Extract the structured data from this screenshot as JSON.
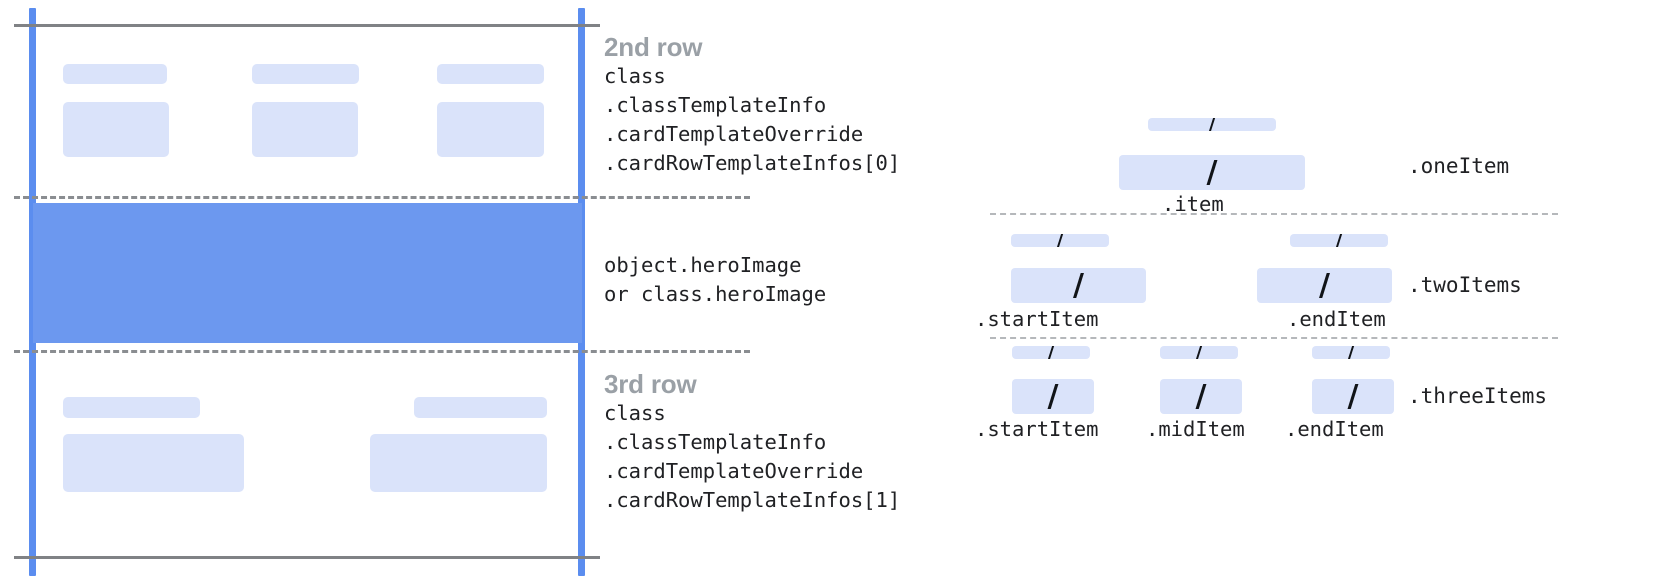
{
  "left_panel": {
    "rows": [
      {
        "key": "second-row",
        "title": "2nd row",
        "code_lines": [
          "class",
          ".classTemplateInfo",
          ".cardTemplateOverride",
          ".cardRowTemplateInfos[0]"
        ]
      },
      {
        "key": "hero-row",
        "title": "",
        "code_lines": [
          "object.heroImage",
          "or class.heroImage"
        ]
      },
      {
        "key": "third-row",
        "title": "3rd row",
        "code_lines": [
          "class",
          ".classTemplateInfo",
          ".cardTemplateOverride",
          ".cardRowTemplateInfos[1]"
        ]
      }
    ]
  },
  "right_panel": {
    "groups": [
      {
        "key": "one-item",
        "label": ".oneItem",
        "items": [
          {
            "caption": ".item",
            "glyph": "/"
          }
        ]
      },
      {
        "key": "two-items",
        "label": ".twoItems",
        "items": [
          {
            "caption": ".startItem",
            "glyph": "/"
          },
          {
            "caption": ".endItem",
            "glyph": "/"
          }
        ]
      },
      {
        "key": "three-items",
        "label": ".threeItems",
        "items": [
          {
            "caption": ".startItem",
            "glyph": "/"
          },
          {
            "caption": ".midItem",
            "glyph": "/"
          },
          {
            "caption": ".endItem",
            "glyph": "/"
          }
        ]
      }
    ]
  },
  "colors": {
    "guide_blue": "#5b8def",
    "hero_blue": "#6c98ef",
    "chip_blue": "#dae3fa",
    "rule_gray": "#808285",
    "title_gray": "#9aa0a6",
    "code_black": "#202124"
  }
}
